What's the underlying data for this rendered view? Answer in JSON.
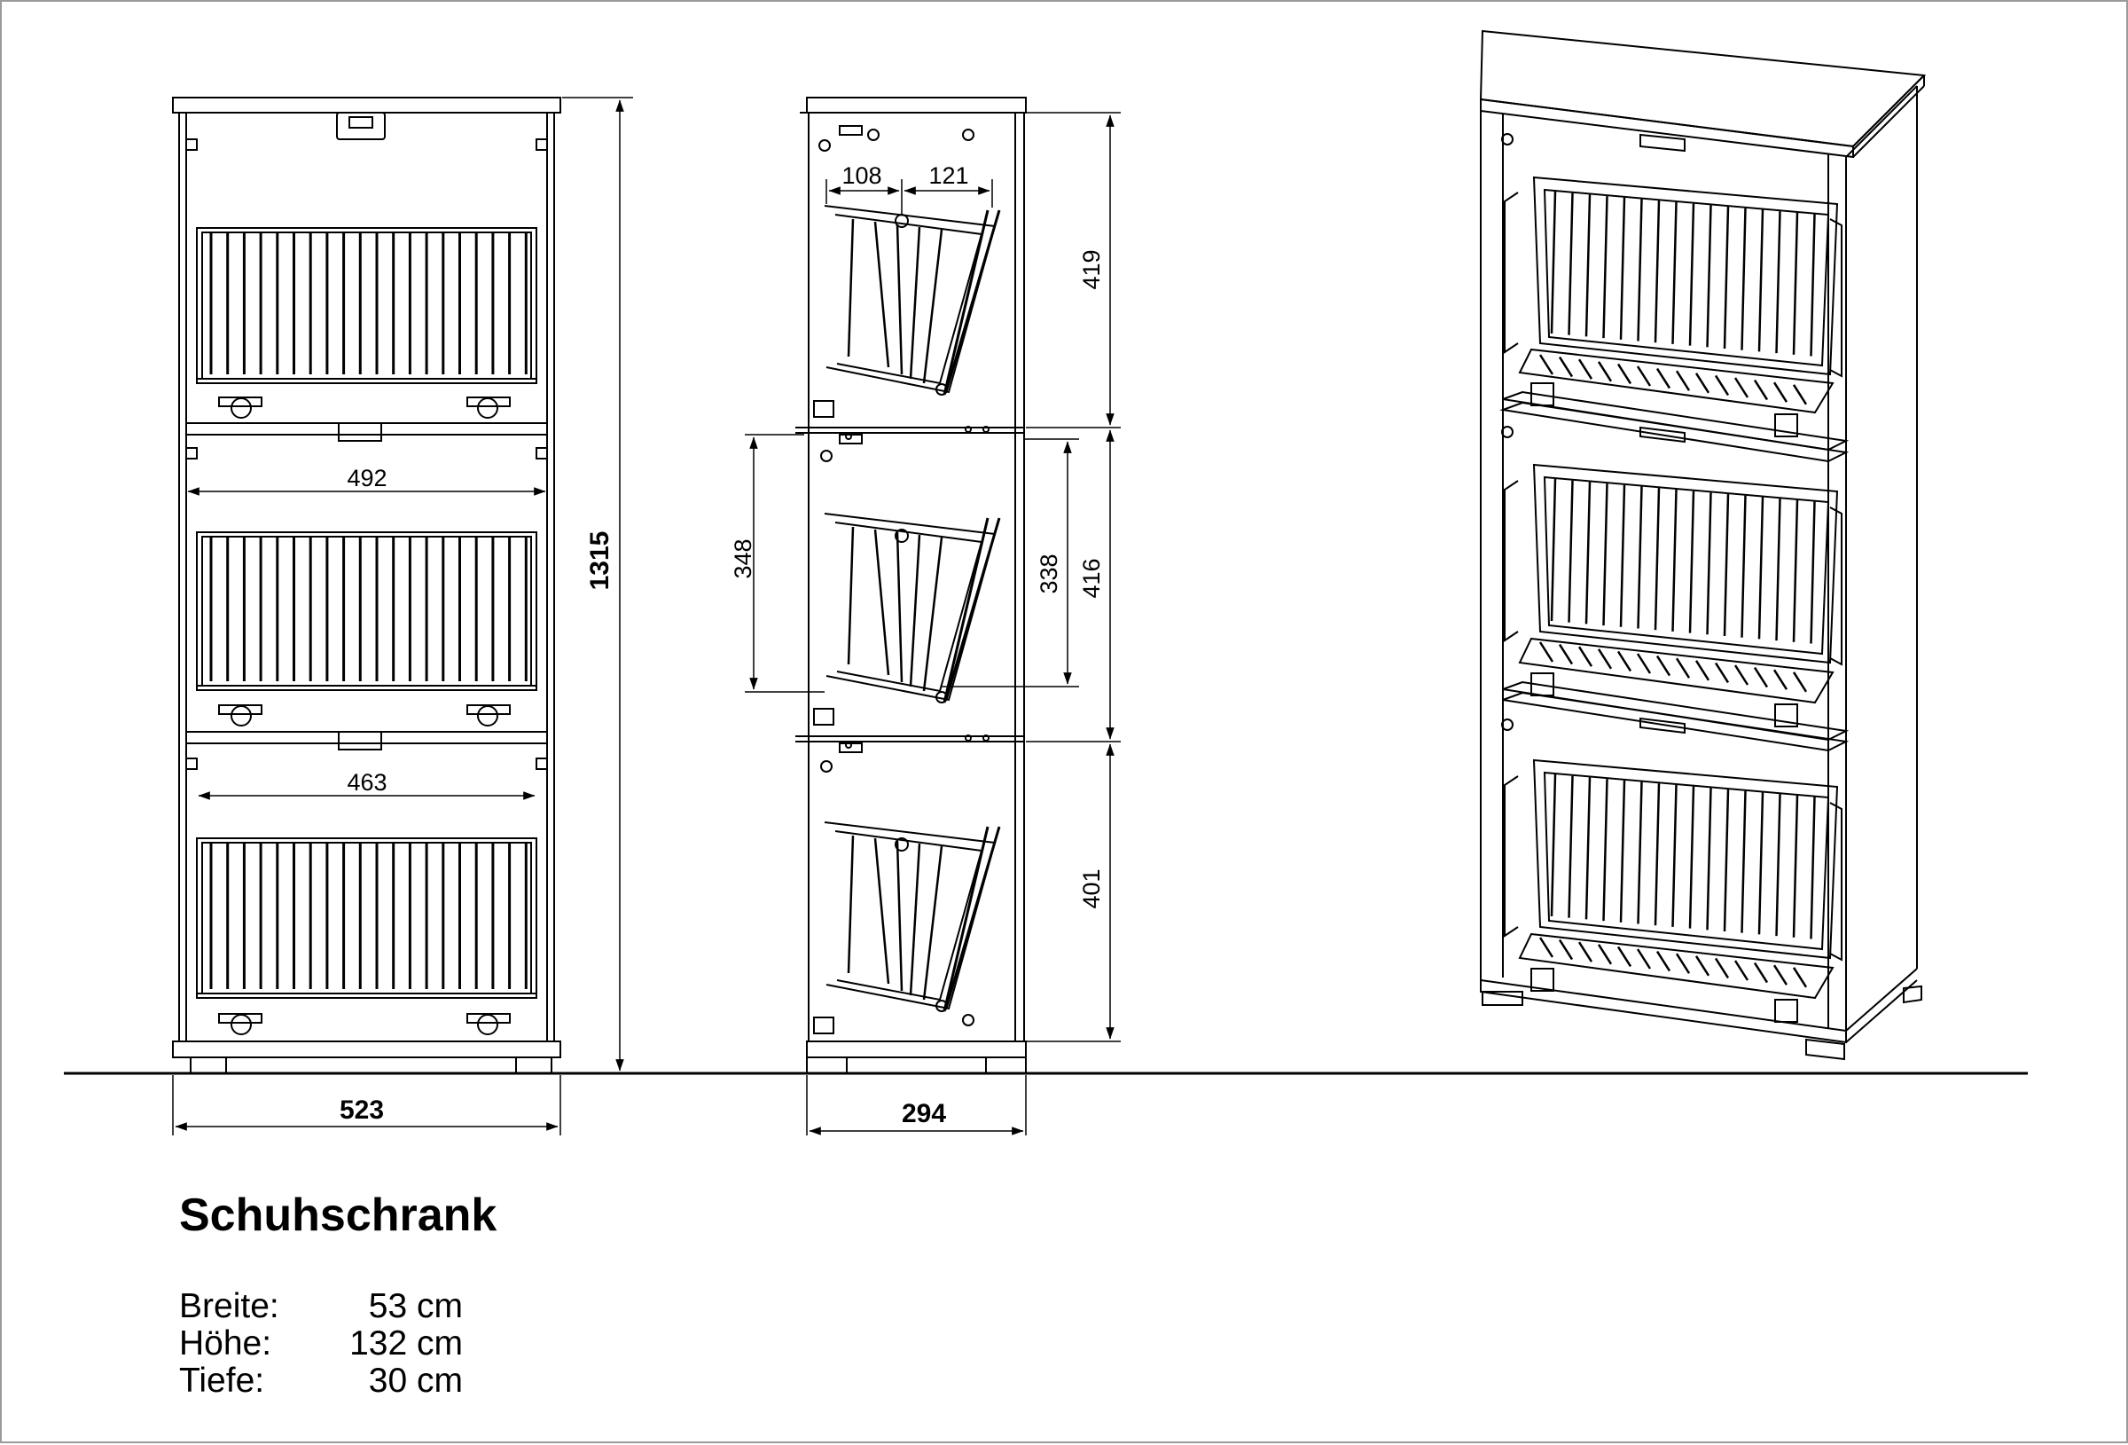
{
  "title": "Schuhschrank",
  "specs": [
    {
      "label": "Breite:",
      "value": "53 cm"
    },
    {
      "label": "Höhe:",
      "value": "132 cm"
    },
    {
      "label": "Tiefe:",
      "value": "30 cm"
    }
  ],
  "dimensions": {
    "front_width": "523",
    "total_height": "1315",
    "inner_width_top": "492",
    "inner_width_bottom": "463",
    "side_depth": "294",
    "flap_offset_a": "108",
    "flap_offset_b": "121",
    "compartment_top": "419",
    "compartment_middle": "416",
    "compartment_bottom": "401",
    "basket_height": "348",
    "basket_inner_height": "338"
  },
  "colors": {
    "line": "#000000",
    "frame": "#9a9a9a",
    "background": "#ffffff"
  }
}
